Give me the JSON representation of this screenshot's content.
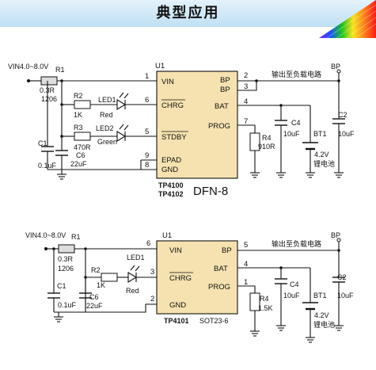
{
  "header": {
    "title": "典型应用"
  },
  "circuit1": {
    "vin": "VIN4.0~8.0V",
    "r1_name": "R1",
    "r1_value": "0.3R",
    "r1_size": "1206",
    "u1": "U1",
    "r2_name": "R2",
    "r2_value": "1K",
    "r3_name": "R3",
    "r3_value": "470R",
    "led1_name": "LED1",
    "led1_color": "Red",
    "led2_name": "LED2",
    "led2_color": "Green",
    "c1_name": "C1",
    "c1_value": "0.1uF",
    "c6_name": "C6",
    "c6_value": "22uF",
    "pins_left": [
      {
        "num": "1",
        "label": "VIN"
      },
      {
        "num": "6",
        "label": "CHRG"
      },
      {
        "num": "5",
        "label": "STDBY"
      },
      {
        "num": "9",
        "label": "EPAD"
      },
      {
        "num": "8",
        "label": "GND"
      }
    ],
    "pins_right": [
      {
        "num": "2",
        "label": "BP"
      },
      {
        "num": "3",
        "label": "BP"
      },
      {
        "num": "4",
        "label": "BAT"
      },
      {
        "num": "7",
        "label": "PROG"
      }
    ],
    "output_label": "输出至负载电路",
    "bp": "BP",
    "c4_name": "C4",
    "c4_value": "10uF",
    "r4_name": "R4",
    "r4_value": "910R",
    "bt1_name": "BT1",
    "bt1_voltage": "4.2V",
    "bt1_type": "锂电池",
    "c2_name": "C2",
    "c2_value": "10uF",
    "part1": "TP4100",
    "part2": "TP4102",
    "package": "DFN-8"
  },
  "circuit2": {
    "vin": "VIN4.0~8.0V",
    "r1_name": "R1",
    "r1_value": "0.3R",
    "r1_size": "1206",
    "u1": "U1",
    "led1_name": "LED1",
    "led1_color": "Red",
    "r2_name": "R2",
    "r2_value": "1K",
    "c1_name": "C1",
    "c1_value": "0.1uF",
    "c6_name": "C6",
    "c6_value": "22uF",
    "pins_left": [
      {
        "num": "6",
        "label": "VIN"
      },
      {
        "num": "3",
        "label": "CHRG"
      },
      {
        "num": "2",
        "label": "GND"
      }
    ],
    "pins_right": [
      {
        "num": "5",
        "label": "BP"
      },
      {
        "num": "4",
        "label": "BAT"
      },
      {
        "num": "1",
        "label": "PROG"
      }
    ],
    "output_label": "输出至负载电路",
    "bp": "BP",
    "c4_name": "C4",
    "c4_value": "10uF",
    "r4_name": "R4",
    "r4_value": "1.5K",
    "bt1_name": "BT1",
    "bt1_voltage": "4.2V",
    "bt1_type": "锂电池",
    "c2_name": "C2",
    "c2_value": "10uF",
    "part": "TP4101",
    "package": "SOT23-6"
  }
}
